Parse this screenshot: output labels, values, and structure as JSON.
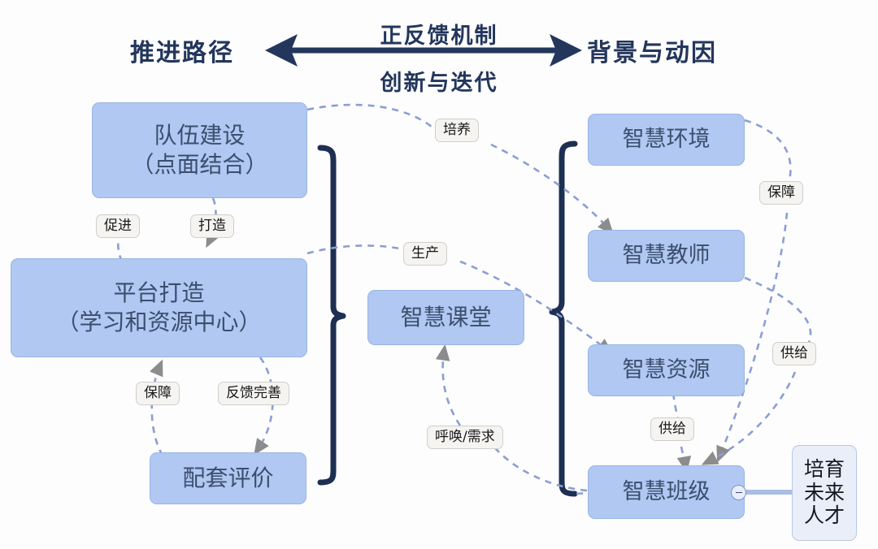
{
  "header": {
    "left_title": "推进路径",
    "right_title": "背景与动因",
    "mid_top": "正反馈机制",
    "mid_bottom": "创新与迭代",
    "arrow_icon": "double-headed-arrow-icon",
    "accent_color": "#23365c"
  },
  "theme": {
    "node_fill": "#b0c8f2",
    "node_border": "#9ab5e4",
    "node_text": "#3c4e6d",
    "pale_node_fill": "#e9eef9",
    "pale_node_border": "#b9c7e6",
    "pill_fill": "#f5f4f1",
    "pill_border": "#cfcfcb",
    "dashed_edge": "#8b9ed4",
    "brace": "#1d2f52",
    "link_line": "#aabde4",
    "background": "#fdfdfd"
  },
  "left_column": {
    "group_label": "推进路径",
    "nodes": [
      {
        "id": "team",
        "label": "队伍建设\n（点面结合）",
        "line1": "队伍建设",
        "line2": "（点面结合）"
      },
      {
        "id": "platform",
        "label": "平台打造\n（学习和资源中心）",
        "line1": "平台打造",
        "line2": "（学习和资源中心）"
      },
      {
        "id": "evaluate",
        "label": "配套评价",
        "line1": "配套评价",
        "line2": ""
      }
    ]
  },
  "center_column": {
    "nodes": [
      {
        "id": "classroom",
        "label": "智慧课堂"
      }
    ]
  },
  "right_column": {
    "group_label": "背景与动因",
    "nodes": [
      {
        "id": "environment",
        "label": "智慧环境"
      },
      {
        "id": "teacher",
        "label": "智慧教师"
      },
      {
        "id": "resource",
        "label": "智慧资源"
      },
      {
        "id": "class",
        "label": "智慧班级"
      }
    ]
  },
  "outcome": {
    "id": "talent",
    "label": "培育\n未来\n人才",
    "line1": "培育",
    "line2": "未来",
    "line3": "人才",
    "collapse_icon": "minus-circle-icon"
  },
  "edge_labels": [
    {
      "id": "promote",
      "text": "促进",
      "from": "platform",
      "to": "team"
    },
    {
      "id": "build",
      "text": "打造",
      "from": "team",
      "to": "platform"
    },
    {
      "id": "guarantee1",
      "text": "保障",
      "from": "evaluate",
      "to": "platform"
    },
    {
      "id": "feedback",
      "text": "反馈完善",
      "from": "platform",
      "to": "evaluate"
    },
    {
      "id": "cultivate",
      "text": "培养",
      "from": "team",
      "to": "teacher"
    },
    {
      "id": "produce",
      "text": "生产",
      "from": "platform",
      "to": "resource"
    },
    {
      "id": "demand",
      "text": "呼唤/需求",
      "from": "class",
      "to": "classroom"
    },
    {
      "id": "guarantee2",
      "text": "保障",
      "from": "environment",
      "to": "class"
    },
    {
      "id": "supply1",
      "text": "供给",
      "from": "teacher",
      "to": "class"
    },
    {
      "id": "supply2",
      "text": "供给",
      "from": "resource",
      "to": "class"
    }
  ]
}
